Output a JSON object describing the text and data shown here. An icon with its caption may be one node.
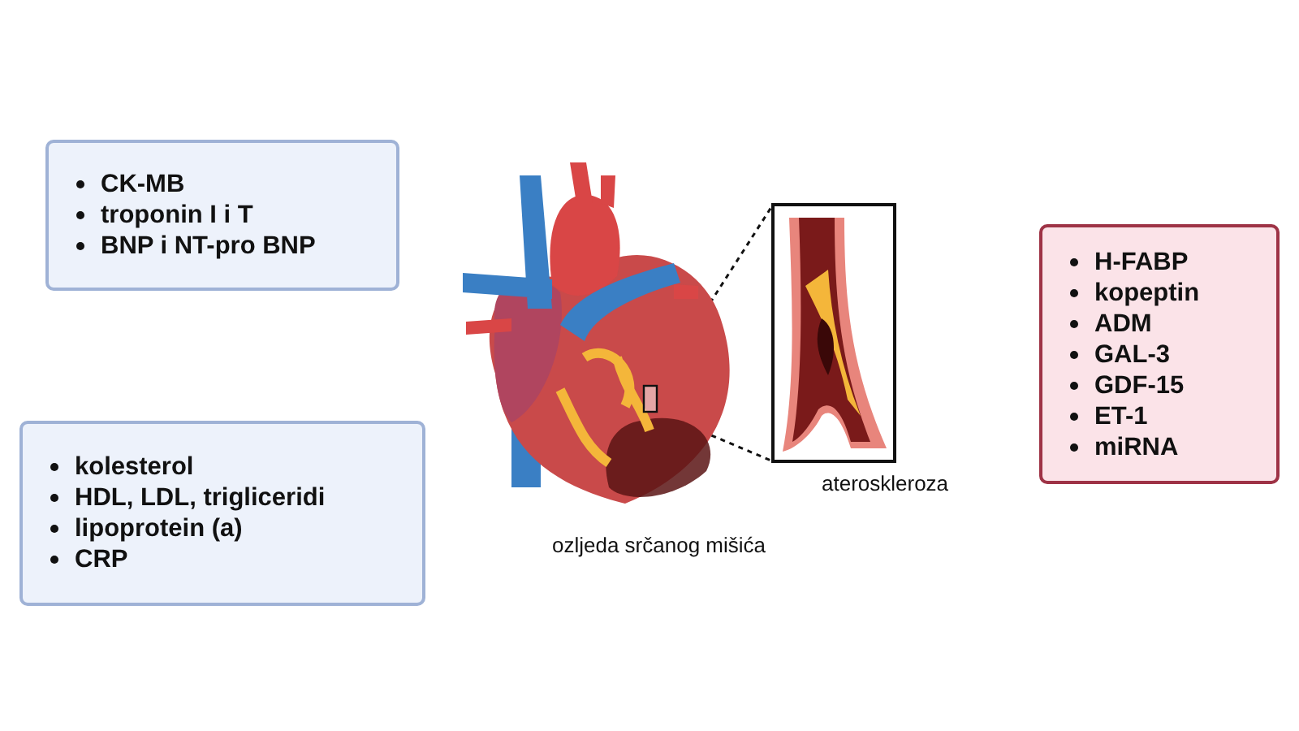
{
  "diagram": {
    "nodes": [
      {
        "text": [
          "CK-MB",
          "troponin I i T",
          "BNP i NT-pro BNP"
        ]
      },
      {
        "text": [
          "kolesterol",
          "HDL, LDL, trigliceridi",
          "lipoprotein (a)",
          "CRP"
        ]
      },
      {
        "text": [
          "H-FABP",
          "kopeptin",
          "ADM",
          "GAL-3",
          "GDF-15",
          "ET-1",
          "miRNA"
        ]
      },
      {
        "text": [],
        "shape": "picture",
        "beside": [
          "ozljeda srčanog mišića"
        ]
      },
      {
        "text": [],
        "shape": "box",
        "in": 3
      },
      {
        "text": [],
        "shape": "picture",
        "beside": [
          "ateroskleroza"
        ]
      }
    ],
    "edges": [
      {
        "from": 4,
        "to": 5,
        "arrow": "none",
        "style": "dashed"
      },
      {
        "from": 4,
        "to": 5,
        "arrow": "none",
        "style": "dashed"
      }
    ]
  }
}
